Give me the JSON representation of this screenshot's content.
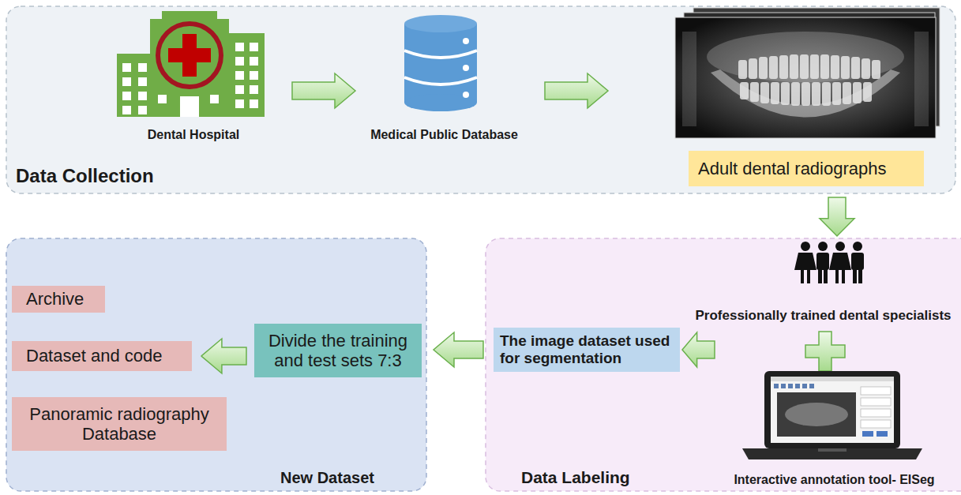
{
  "diagram": {
    "nodes": [
      {
        "text": [
          "Data Collection"
        ]
      },
      {
        "text": [
          "Dental Hospital"
        ],
        "in": 0
      },
      {
        "text": [
          "Medical Public Database"
        ],
        "in": 0
      },
      {
        "text": [
          "Adult dental radiographs"
        ],
        "in": 0
      },
      {
        "text": [
          "New Dataset"
        ]
      },
      {
        "text": [
          "Archive"
        ],
        "in": 4
      },
      {
        "text": [
          "Dataset and code"
        ],
        "in": 4
      },
      {
        "text": [
          "Panoramic radiography Database"
        ],
        "in": 4
      },
      {
        "text": [
          "Divide the training and test sets 7:3"
        ],
        "in": 4
      },
      {
        "text": [
          "Data Labeling"
        ]
      },
      {
        "text": [
          "Professionally trained dental specialists"
        ],
        "in": 9
      },
      {
        "text": [
          "Interactive annotation tool- EISeg"
        ],
        "in": 9
      },
      {
        "text": [
          "The image dataset used for segmentation"
        ],
        "in": 9
      }
    ],
    "edges": [
      {
        "from": 1,
        "to": 2,
        "arrow": "to"
      },
      {
        "from": 2,
        "to": 3,
        "arrow": "to"
      },
      {
        "from": 3,
        "to": 9,
        "arrow": "to"
      },
      {
        "from": 11,
        "to": 12,
        "arrow": "to"
      },
      {
        "from": 12,
        "to": 8,
        "arrow": "to"
      },
      {
        "from": 8,
        "to": 6,
        "arrow": "to"
      }
    ]
  }
}
